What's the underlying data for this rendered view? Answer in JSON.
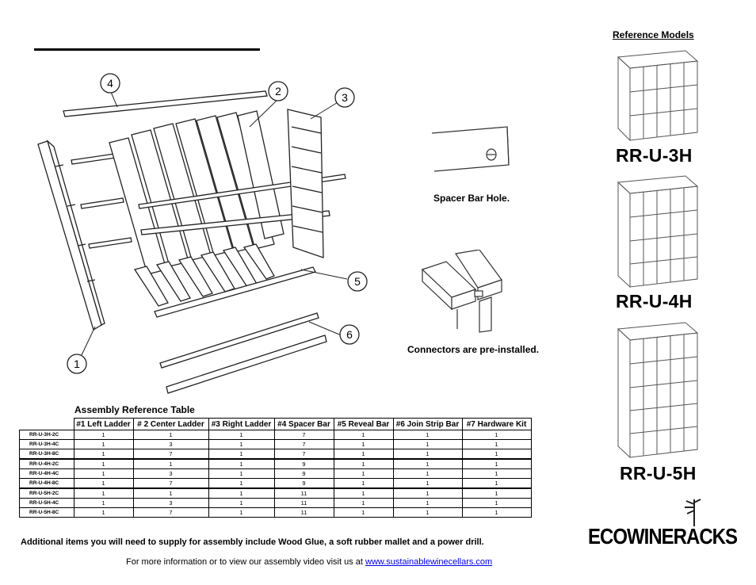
{
  "reference_models": {
    "heading": "Reference Models",
    "models": [
      "RR-U-3H",
      "RR-U-4H",
      "RR-U-5H"
    ]
  },
  "diagram": {
    "callouts": [
      "1",
      "2",
      "3",
      "4",
      "5",
      "6"
    ]
  },
  "details": {
    "spacer_caption": "Spacer Bar Hole.",
    "connector_caption": "Connectors are pre-installed."
  },
  "table": {
    "title": "Assembly Reference Table",
    "headers": [
      "#1 Left Ladder",
      "# 2 Center Ladder",
      "#3 Right Ladder",
      "#4 Spacer Bar",
      "#5 Reveal Bar",
      "#6 Join Strip Bar",
      "#7 Hardware Kit"
    ],
    "rows": [
      {
        "model": "RR-U-3H-2C",
        "values": [
          "1",
          "1",
          "1",
          "7",
          "1",
          "1",
          "1"
        ]
      },
      {
        "model": "RR-U-3H-4C",
        "values": [
          "1",
          "3",
          "1",
          "7",
          "1",
          "1",
          "1"
        ]
      },
      {
        "model": "RR-U-3H-8C",
        "values": [
          "1",
          "7",
          "1",
          "7",
          "1",
          "1",
          "1"
        ]
      },
      {
        "model": "RR-U-4H-2C",
        "values": [
          "1",
          "1",
          "1",
          "9",
          "1",
          "1",
          "1"
        ]
      },
      {
        "model": "RR-U-4H-4C",
        "values": [
          "1",
          "3",
          "1",
          "9",
          "1",
          "1",
          "1"
        ]
      },
      {
        "model": "RR-U-4H-8C",
        "values": [
          "1",
          "7",
          "1",
          "9",
          "1",
          "1",
          "1"
        ]
      },
      {
        "model": "RR-U-5H-2C",
        "values": [
          "1",
          "1",
          "1",
          "11",
          "1",
          "1",
          "1"
        ]
      },
      {
        "model": "RR-U-5H-4C",
        "values": [
          "1",
          "3",
          "1",
          "11",
          "1",
          "1",
          "1"
        ]
      },
      {
        "model": "RR-U-5H-8C",
        "values": [
          "1",
          "7",
          "1",
          "11",
          "1",
          "1",
          "1"
        ]
      }
    ]
  },
  "footer": {
    "supplies_note": "Additional items you will need to supply for assembly include Wood Glue, a soft rubber mallet and a power drill.",
    "visit_text": "For more information or to view our assembly video visit us at ",
    "link_text": "www.sustainablewinecellars.com"
  },
  "logo": {
    "text": "ECOWINERACKS",
    "icon": "bamboo-icon"
  }
}
